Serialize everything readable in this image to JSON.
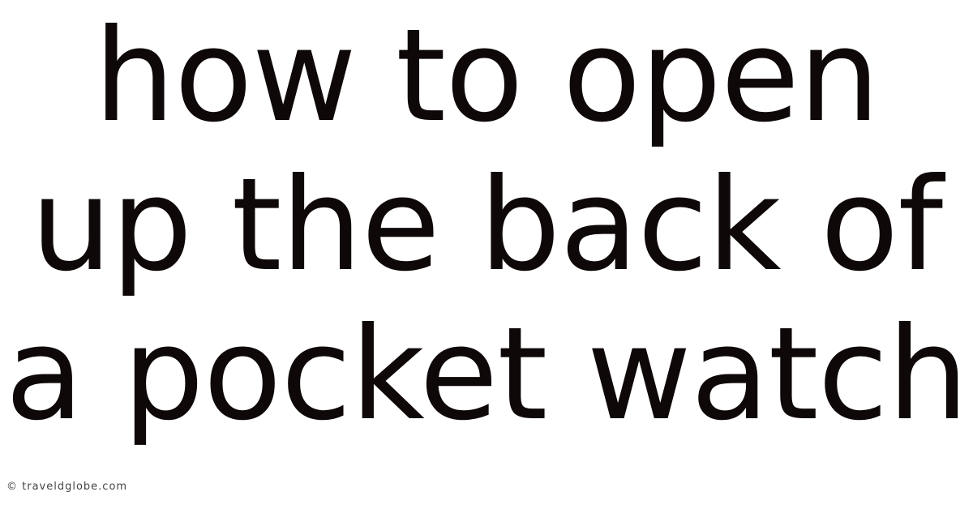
{
  "headline": {
    "lines": [
      "how to open",
      "up the back of",
      "a pocket watch"
    ],
    "color": "#0f0808"
  },
  "watermark": {
    "text": "© traveldglobe.com",
    "color": "#444444"
  },
  "background": "#ffffff"
}
